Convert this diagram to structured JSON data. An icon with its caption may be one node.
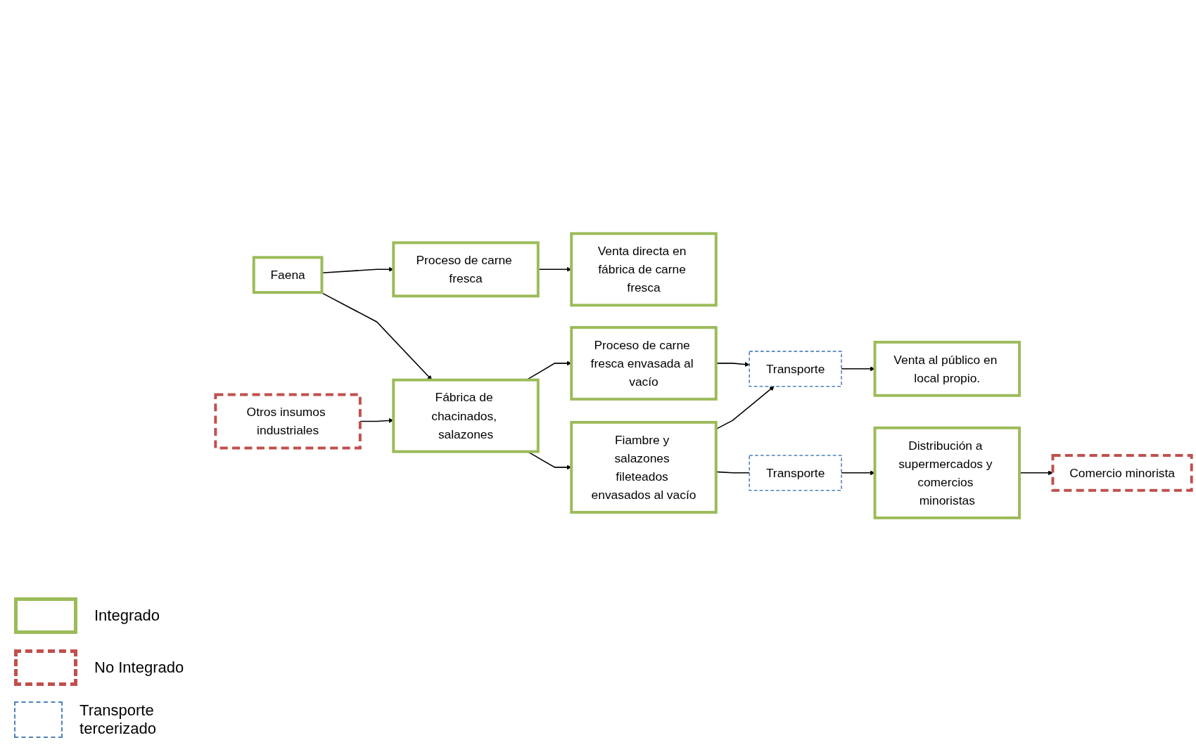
{
  "diagram": {
    "nodes": [
      {
        "text": [
          "Faena"
        ]
      },
      {
        "text": [
          "Proceso de carne fresca"
        ]
      },
      {
        "text": [
          "Venta directa en fábrica de carne fresca"
        ]
      },
      {
        "text": [
          "Otros insumos industriales"
        ]
      },
      {
        "text": [
          "Fábrica de chacinados, salazones"
        ]
      },
      {
        "text": [
          "Proceso de carne fresca envasada al vacío"
        ]
      },
      {
        "text": [
          "Fiambre y salazones fileteados envasados al vacío"
        ]
      },
      {
        "text": [
          "Transporte"
        ]
      },
      {
        "text": [
          "Venta al público en local propio."
        ]
      },
      {
        "text": [
          "Transporte"
        ]
      },
      {
        "text": [
          "Distribución a supermercados y comercios minoristas"
        ]
      },
      {
        "text": [
          "Comercio minorista"
        ]
      }
    ],
    "edges": [
      {
        "from": 0,
        "to": 1,
        "arrow": "to"
      },
      {
        "from": 0,
        "to": 4,
        "arrow": "to"
      },
      {
        "from": 3,
        "to": 4,
        "arrow": "to"
      },
      {
        "from": 1,
        "to": 2,
        "arrow": "to"
      },
      {
        "from": 4,
        "to": 5,
        "arrow": "to"
      },
      {
        "from": 4,
        "to": 6,
        "arrow": "to"
      },
      {
        "from": 5,
        "to": 7,
        "arrow": "to"
      },
      {
        "from": 6,
        "to": 7,
        "arrow": "to"
      },
      {
        "from": 7,
        "to": 8,
        "arrow": "to"
      },
      {
        "from": 6,
        "to": 9,
        "arrow": "none"
      },
      {
        "from": 9,
        "to": 10,
        "arrow": "to"
      },
      {
        "from": 10,
        "to": 11,
        "arrow": "to"
      }
    ],
    "legend": [
      {
        "text": "Integrado"
      },
      {
        "text": "No Integrado"
      },
      {
        "text": "Transporte tercerizado"
      }
    ]
  }
}
